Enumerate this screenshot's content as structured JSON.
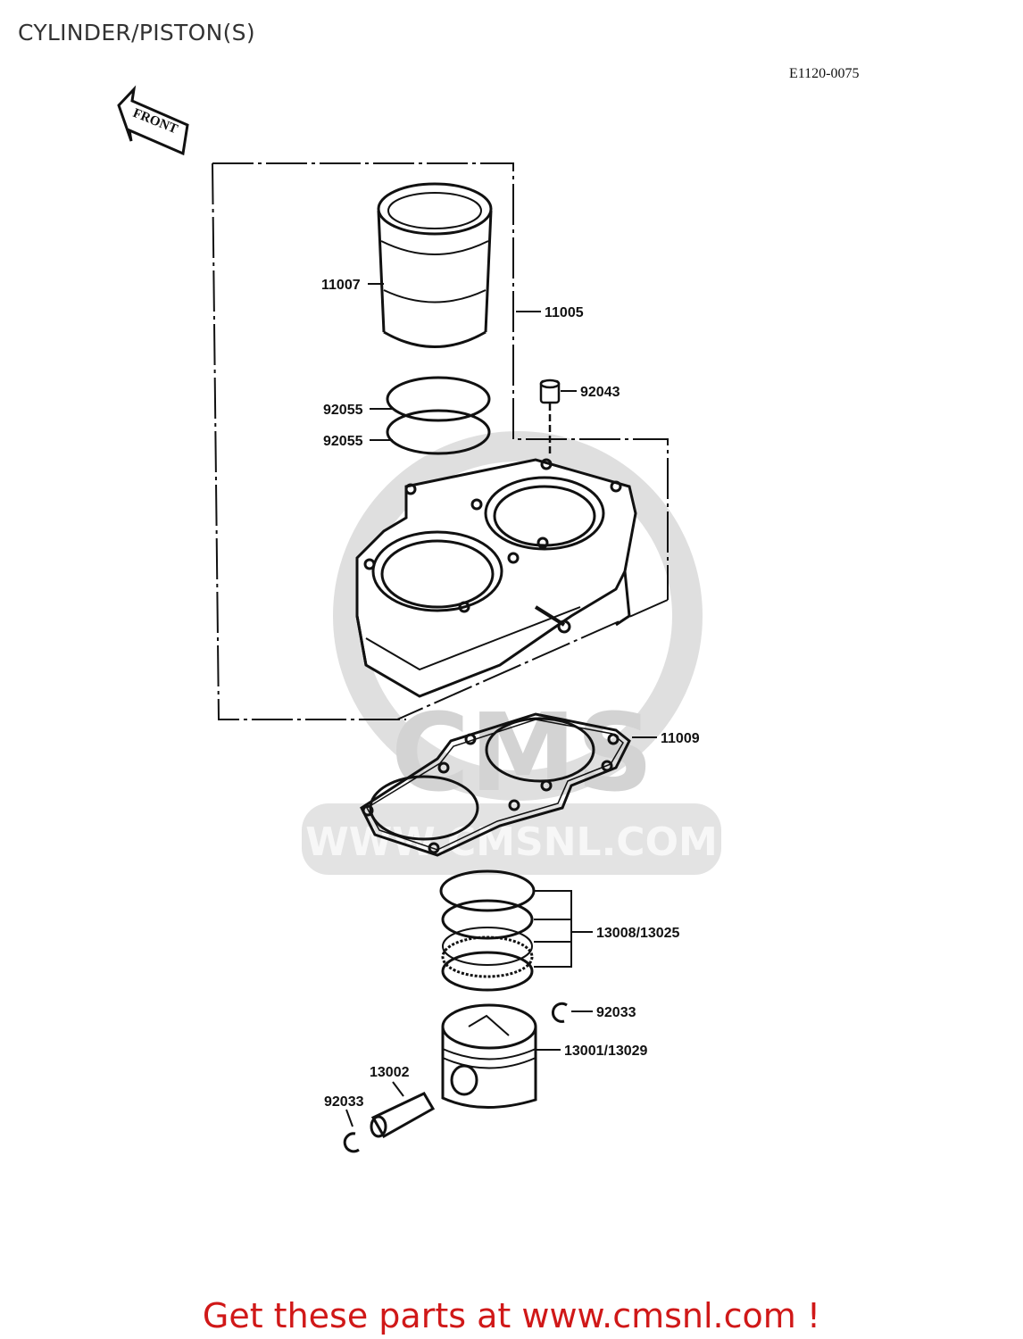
{
  "header": {
    "title": "CYLINDER/PISTON(S)",
    "diagram_code": "E1120-0075"
  },
  "front_arrow": {
    "label": "FRONT"
  },
  "watermark": {
    "text": "WWW.CMSNL.COM",
    "logo_text": "CMS"
  },
  "parts": {
    "p11007": "11007",
    "p11005": "11005",
    "p92043": "92043",
    "p92055_a": "92055",
    "p92055_b": "92055",
    "p11009": "11009",
    "p13008": "13008/13025",
    "p92033_a": "92033",
    "p13001": "13001/13029",
    "p13002": "13002",
    "p92033_b": "92033"
  },
  "footer": {
    "cta": "Get these parts at www.cmsnl.com !"
  }
}
